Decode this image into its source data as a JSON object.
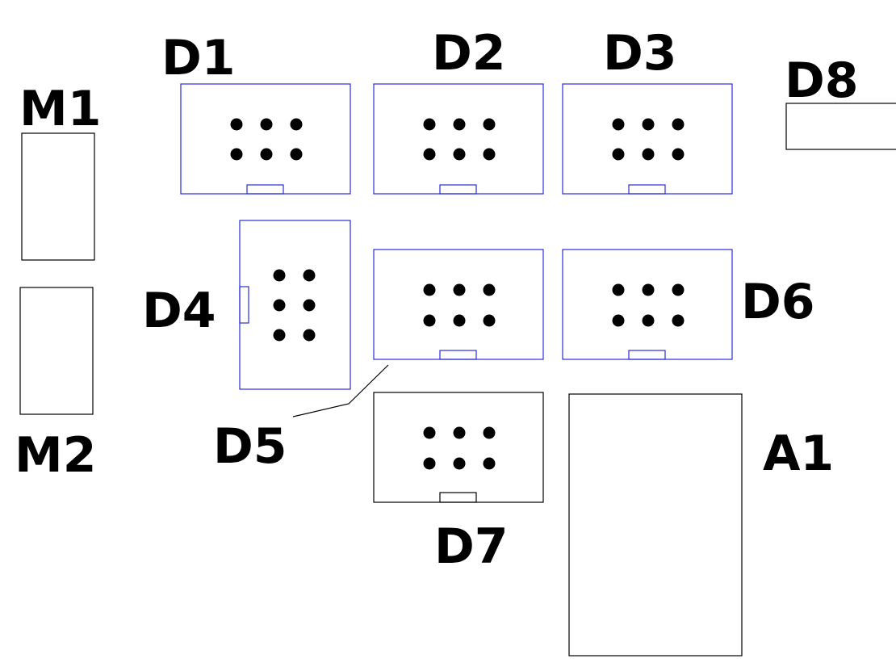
{
  "labels": {
    "d1": "D1",
    "d2": "D2",
    "d3": "D3",
    "d4": "D4",
    "d5": "D5",
    "d6": "D6",
    "d7": "D7",
    "d8": "D8",
    "m1": "M1",
    "m2": "M2",
    "a1": "A1"
  },
  "colors": {
    "outline_blue": "#2b2bd8",
    "outline_black": "#000000",
    "seat": "#000000"
  },
  "seats_per_desk": 6
}
